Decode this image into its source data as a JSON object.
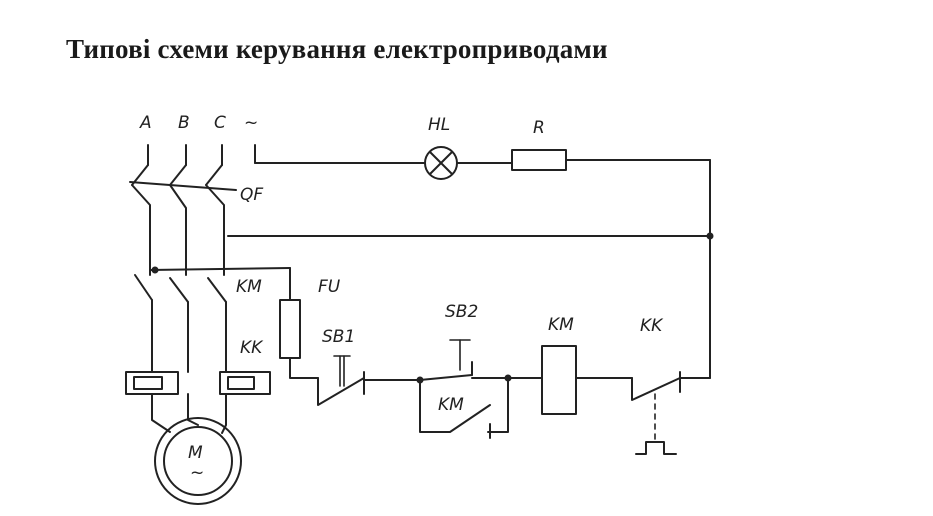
{
  "title": "Типові схеми керування електроприводами",
  "labels": {
    "phase_a": "A",
    "phase_b": "B",
    "phase_c": "C",
    "neutral": "~",
    "lamp": "HL",
    "resistor": "R",
    "breaker": "QF",
    "contactor_main": "KM",
    "fuse": "FU",
    "thermal_relay": "KK",
    "button_stop": "SB1",
    "button_start": "SB2",
    "contactor_coil": "KM",
    "contactor_aux": "KM",
    "thermal_contact": "KK",
    "motor_letter": "M",
    "motor_symbol": "~"
  },
  "colors": {
    "ink": "#222222",
    "background": "#ffffff"
  }
}
